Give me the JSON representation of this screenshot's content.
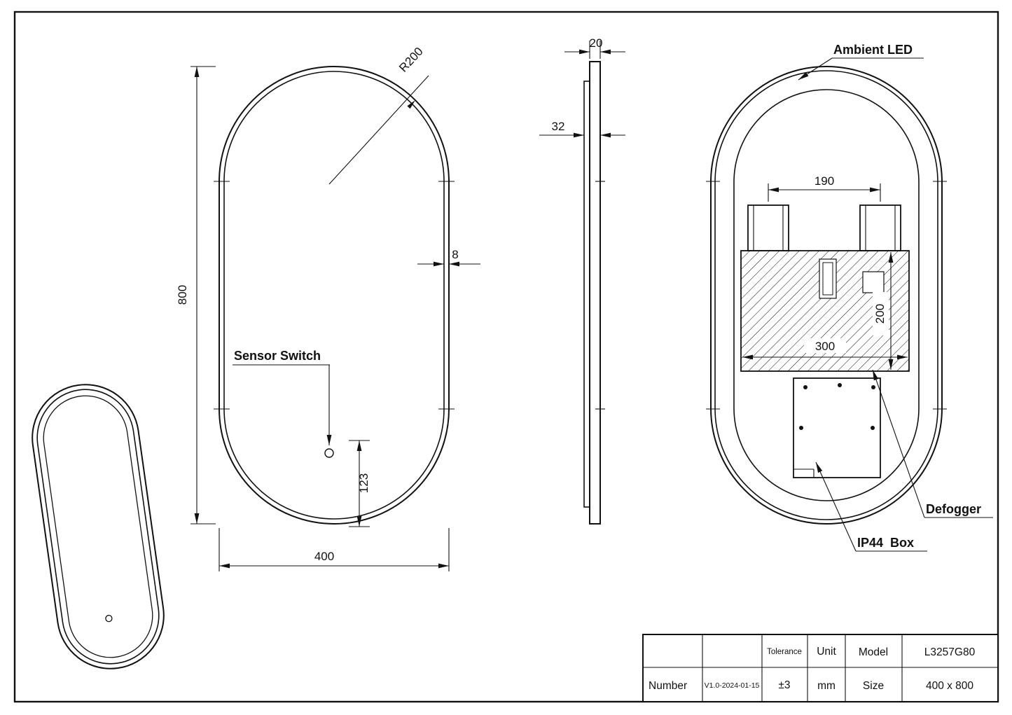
{
  "colors": {
    "line": "#111111",
    "background": "#ffffff"
  },
  "front": {
    "height": "800",
    "width": "400",
    "radius": "R200",
    "frame_width": "8",
    "sensor_label": "Sensor Switch",
    "sensor_offset": "123"
  },
  "side": {
    "frame_depth": "20",
    "total_depth": "32"
  },
  "rear": {
    "ambient_led_label": "Ambient LED",
    "bracket_spacing": "190",
    "defogger_width": "300",
    "defogger_height": "200",
    "defogger_label": "Defogger",
    "ip44_label": "IP44  Box"
  },
  "title_block": {
    "number_label": "Number",
    "number_value": "V1.0-2024-01-15",
    "tolerance_label": "Tolerance",
    "tolerance_value": "±3",
    "unit_label": "Unit",
    "unit_value": "mm",
    "model_label": "Model",
    "model_value": "L3257G80",
    "size_label": "Size",
    "size_value": "400 x 800"
  }
}
